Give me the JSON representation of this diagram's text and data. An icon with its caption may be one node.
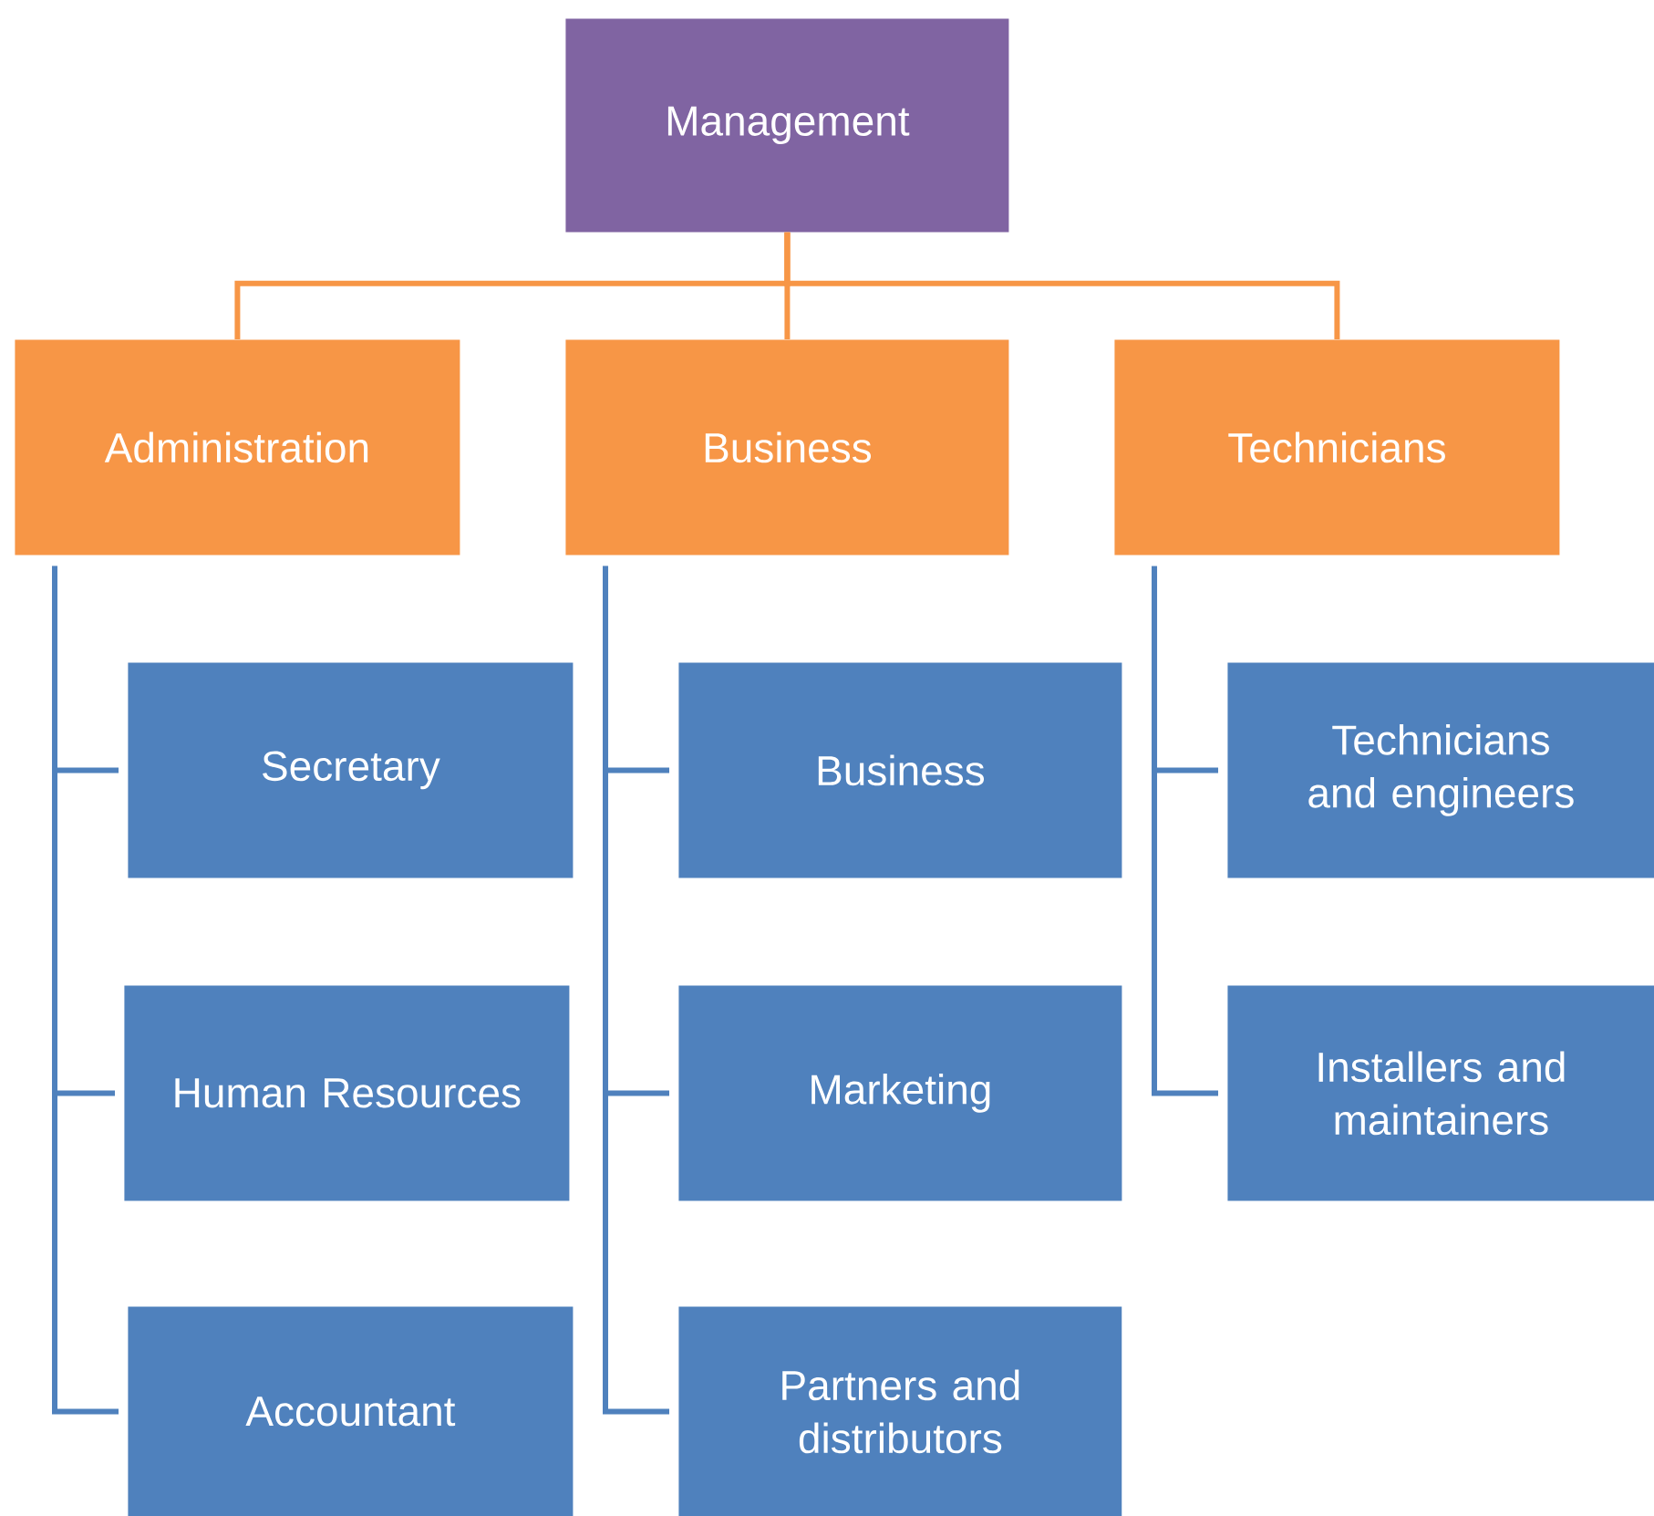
{
  "diagram": {
    "nodes": [
      {
        "text": [
          "Management"
        ]
      },
      {
        "text": [
          "Administration"
        ]
      },
      {
        "text": [
          "Business"
        ]
      },
      {
        "text": [
          "Technicians"
        ]
      },
      {
        "text": [
          "Secretary"
        ]
      },
      {
        "text": [
          "Human Resources"
        ]
      },
      {
        "text": [
          "Accountant"
        ]
      },
      {
        "text": [
          "Business"
        ]
      },
      {
        "text": [
          "Marketing"
        ]
      },
      {
        "text": [
          "Partners and distributors"
        ]
      },
      {
        "text": [
          "Technicians and engineers"
        ]
      },
      {
        "text": [
          "Installers and maintainers"
        ]
      }
    ],
    "edges": [
      {
        "from": 0,
        "to": 1,
        "arrow": "none",
        "color": "#f79646"
      },
      {
        "from": 0,
        "to": 2,
        "arrow": "none",
        "color": "#f79646"
      },
      {
        "from": 0,
        "to": 3,
        "arrow": "none",
        "color": "#f79646"
      },
      {
        "from": 1,
        "to": 4,
        "arrow": "none"
      },
      {
        "from": 1,
        "to": 5,
        "arrow": "none"
      },
      {
        "from": 1,
        "to": 6,
        "arrow": "none"
      },
      {
        "from": 2,
        "to": 7,
        "arrow": "none"
      },
      {
        "from": 2,
        "to": 8,
        "arrow": "none"
      },
      {
        "from": 2,
        "to": 9,
        "arrow": "none"
      },
      {
        "from": 3,
        "to": 10,
        "arrow": "none"
      },
      {
        "from": 3,
        "to": 11,
        "arrow": "none"
      }
    ]
  }
}
